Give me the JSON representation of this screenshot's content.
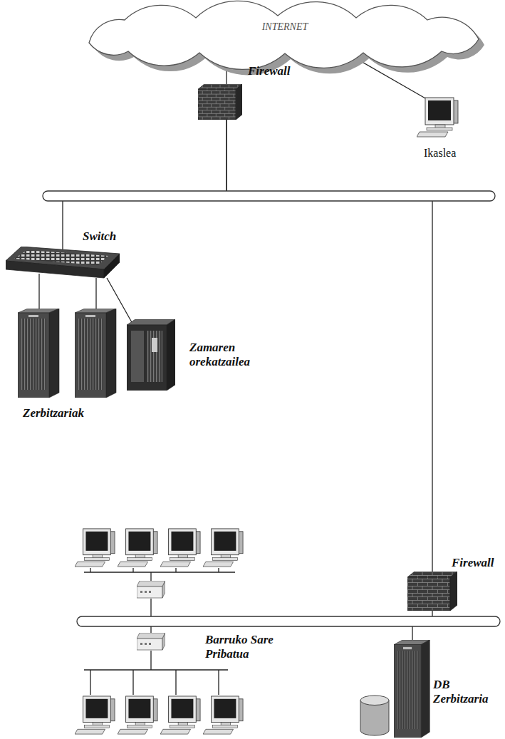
{
  "diagram": {
    "nodes": [
      {
        "text": [
          "INTERNET"
        ]
      },
      {
        "text": [
          "Firewall"
        ]
      },
      {
        "text": [
          "Ikaslea"
        ]
      },
      {
        "text": [
          "Switch"
        ]
      },
      {
        "text": [
          "Zerbitzariak"
        ]
      },
      {
        "text": [
          "Zamaren orekatzailea"
        ]
      },
      {
        "text": [
          "Firewall"
        ]
      },
      {
        "text": [
          "DB Zerbitzaria"
        ]
      }
    ],
    "edges": [
      {
        "from": 0,
        "to": 1,
        "arrow": "none"
      },
      {
        "from": 0,
        "to": 2,
        "arrow": "none"
      },
      {
        "from": 1,
        "to": 3,
        "arrow": "none"
      },
      {
        "from": 1,
        "to": 6,
        "arrow": "none"
      },
      {
        "from": 3,
        "to": 4,
        "arrow": "none"
      },
      {
        "from": 3,
        "to": 4,
        "arrow": "none"
      },
      {
        "from": 3,
        "to": 5,
        "arrow": "none"
      },
      {
        "from": 6,
        "to": 7,
        "arrow": "none"
      }
    ],
    "labels": [
      "Barruko Sare Pribatua"
    ]
  }
}
